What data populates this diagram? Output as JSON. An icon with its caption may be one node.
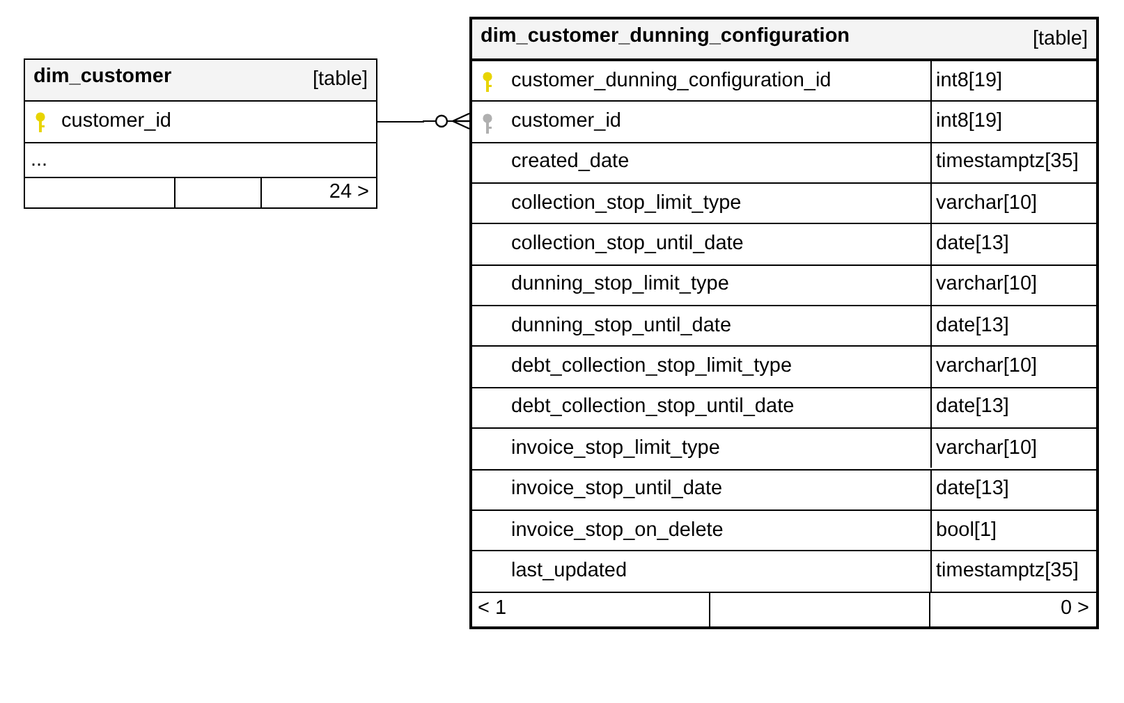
{
  "diagram": {
    "nodes": [
      {
        "text": [
          "dim_customer",
          "[table]"
        ]
      },
      {
        "text": [
          "customer_id"
        ],
        "in": 0
      },
      {
        "text": [
          "..."
        ],
        "in": 0
      },
      {
        "text": [
          "24 >"
        ],
        "in": 0
      },
      {
        "text": [
          "dim_customer_dunning_configuration",
          "[table]"
        ]
      },
      {
        "text": [
          "customer_dunning_configuration_id",
          "int8[19]"
        ],
        "in": 4
      },
      {
        "text": [
          "customer_id",
          "int8[19]"
        ],
        "in": 4
      },
      {
        "text": [
          "created_date",
          "timestamptz[35]"
        ],
        "in": 4
      },
      {
        "text": [
          "collection_stop_limit_type",
          "varchar[10]"
        ],
        "in": 4
      },
      {
        "text": [
          "collection_stop_until_date",
          "date[13]"
        ],
        "in": 4
      },
      {
        "text": [
          "dunning_stop_limit_type",
          "varchar[10]"
        ],
        "in": 4
      },
      {
        "text": [
          "dunning_stop_until_date",
          "date[13]"
        ],
        "in": 4
      },
      {
        "text": [
          "debt_collection_stop_limit_type",
          "varchar[10]"
        ],
        "in": 4
      },
      {
        "text": [
          "debt_collection_stop_until_date",
          "date[13]"
        ],
        "in": 4
      },
      {
        "text": [
          "invoice_stop_limit_type",
          "varchar[10]"
        ],
        "in": 4
      },
      {
        "text": [
          "invoice_stop_until_date",
          "date[13]"
        ],
        "in": 4
      },
      {
        "text": [
          "invoice_stop_on_delete",
          "bool[1]"
        ],
        "in": 4
      },
      {
        "text": [
          "last_updated",
          "timestamptz[35]"
        ],
        "in": 4
      },
      {
        "text": [
          "< 1",
          "0 >"
        ],
        "in": 4
      }
    ],
    "edges": [
      {
        "from": 1,
        "to": 6,
        "arrow": "other"
      }
    ]
  }
}
